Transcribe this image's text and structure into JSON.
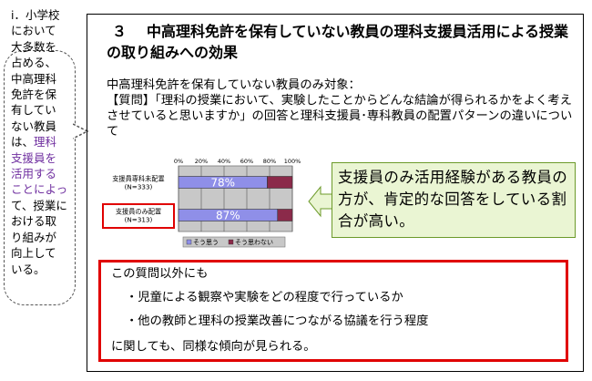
{
  "bubble": {
    "part1": "ⅰ．小学校において大多数を占める、中高理科免許を保有していない教員は、",
    "part2": "理科支援員を活用することによっ",
    "part3": "て、授業における取り組みが向上している。"
  },
  "title": {
    "number": "３",
    "text": "中高理科免許を保有していない教員の理科支援員活用による授業の取り組みへの効果"
  },
  "subtitle": {
    "line1": "中高理科免許を保有していない教員のみ対象：",
    "line2": "【質問】「理科の授業において、実験したことからどんな結論が得られるかをよく考えさせていると思いますか」の回答と理科支援員･専科教員の配置パターンの違いについて"
  },
  "chart_data": {
    "type": "bar",
    "orientation": "horizontal",
    "stacked": true,
    "categories": [
      {
        "name": "支援員専科未配置",
        "n": "(N=333)"
      },
      {
        "name": "支援員のみ配置",
        "n": "(N=313)"
      }
    ],
    "series": [
      {
        "name": "そう思う",
        "values": [
          78,
          87
        ],
        "labels": [
          "78%",
          "87%"
        ],
        "color": "#8f8fe8"
      },
      {
        "name": "そう思わない",
        "values": [
          22,
          13
        ],
        "color": "#8b2a4a"
      }
    ],
    "xticks": [
      "0%",
      "20%",
      "40%",
      "60%",
      "80%",
      "100%"
    ],
    "xlim": [
      0,
      100
    ],
    "highlight_category": 1,
    "grid": true,
    "legend": "bottom"
  },
  "callout": {
    "text": "支援員のみ活用経験がある教員の方が、肯定的な回答をしている割合が高い。"
  },
  "note": {
    "line1": "この質問以外にも",
    "line2": "・児童による観察や実験をどの程度で行っているか",
    "line3": "・他の教師と理科の授業改善につながる協議を行う程度",
    "line4": "に関しても、同様な傾向が見られる。"
  },
  "colors": {
    "highlight_red": "#e00000",
    "callout_bg": "#eaf5d3",
    "bubble_accent": "#7030a0"
  }
}
